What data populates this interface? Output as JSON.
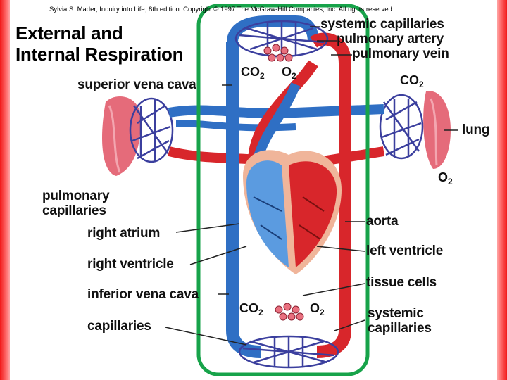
{
  "copyright": "Sylvia S. Mader, Inquiry into Life, 8th edition. Copyright © 1997 The McGraw-Hill Companies, Inc. All rights reserved.",
  "title_line1": "External and",
  "title_line2": "Internal Respiration",
  "labels": {
    "systemic_capillaries_top": "systemic capillaries",
    "pulmonary_artery": "pulmonary artery",
    "pulmonary_vein": "pulmonary vein",
    "superior_vena_cava": "superior vena cava",
    "lung": "lung",
    "pulmonary_capillaries_1": "pulmonary",
    "pulmonary_capillaries_2": "capillaries",
    "right_atrium": "right atrium",
    "aorta": "aorta",
    "right_ventricle": "right ventricle",
    "left_ventricle": "left ventricle",
    "tissue_cells": "tissue cells",
    "inferior_vena_cava": "inferior vena cava",
    "systemic_capillaries_bottom_1": "systemic",
    "systemic_capillaries_bottom_2": "capillaries",
    "capillaries": "capillaries"
  },
  "gases": {
    "co2": "CO",
    "o2": "O",
    "co2_sub": "2",
    "o2_sub": "2"
  },
  "colors": {
    "oxygenated": "#d8262b",
    "deoxygenated": "#2f6fc4",
    "capillary": "#3b3f9e",
    "highlight_box": "#17a34a",
    "border_red": "#f21a1a"
  }
}
